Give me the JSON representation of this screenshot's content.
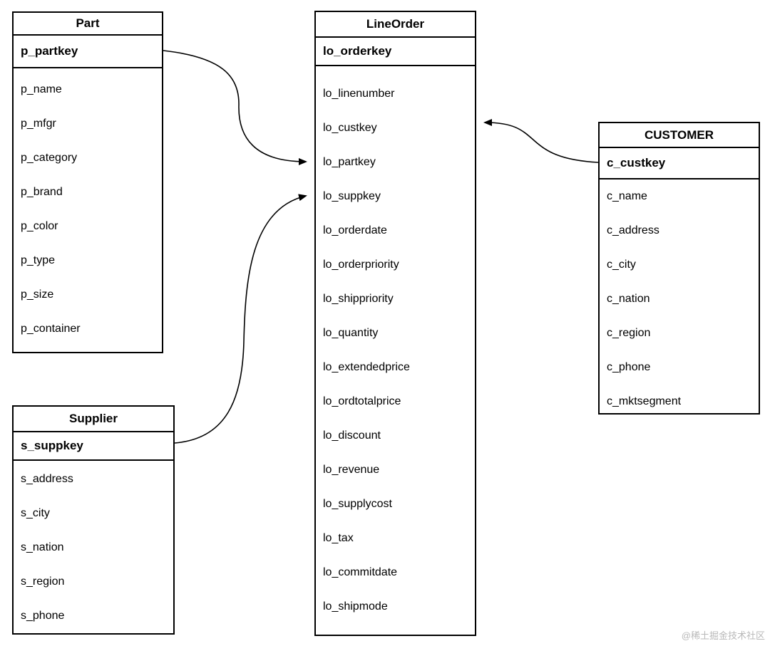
{
  "diagram": {
    "title_hint": "Star schema: LineOrder fact table with Part, Supplier, CUSTOMER dimensions",
    "colors": {
      "stroke": "#000000",
      "background": "#ffffff",
      "text": "#000000",
      "watermark": "#b9b9b9"
    },
    "tables": [
      {
        "id": "part",
        "title": "Part",
        "pk": "p_partkey",
        "fields": [
          "p_name",
          "p_mfgr",
          "p_category",
          "p_brand",
          "p_color",
          "p_type",
          "p_size",
          "p_container"
        ]
      },
      {
        "id": "lineorder",
        "title": "LineOrder",
        "pk": "lo_orderkey",
        "fields": [
          "lo_linenumber",
          "lo_custkey",
          "lo_partkey",
          "lo_suppkey",
          "lo_orderdate",
          "lo_orderpriority",
          "lo_shippriority",
          "lo_quantity",
          "lo_extendedprice",
          "lo_ordtotalprice",
          "lo_discount",
          "lo_revenue",
          "lo_supplycost",
          "lo_tax",
          "lo_commitdate",
          "lo_shipmode"
        ]
      },
      {
        "id": "supplier",
        "title": "Supplier",
        "pk": "s_suppkey",
        "fields": [
          "s_address",
          "s_city",
          "s_nation",
          "s_region",
          "s_phone"
        ]
      },
      {
        "id": "customer",
        "title": "CUSTOMER",
        "pk": "c_custkey",
        "fields": [
          "c_name",
          "c_address",
          "c_city",
          "c_nation",
          "c_region",
          "c_phone",
          "c_mktsegment"
        ]
      }
    ],
    "relations": [
      {
        "from": "Part.p_partkey",
        "to": "LineOrder.lo_partkey"
      },
      {
        "from": "Supplier.s_suppkey",
        "to": "LineOrder.lo_suppkey"
      },
      {
        "from": "CUSTOMER.c_custkey",
        "to": "LineOrder.lo_custkey"
      }
    ],
    "watermark": "@稀土掘金技术社区"
  }
}
